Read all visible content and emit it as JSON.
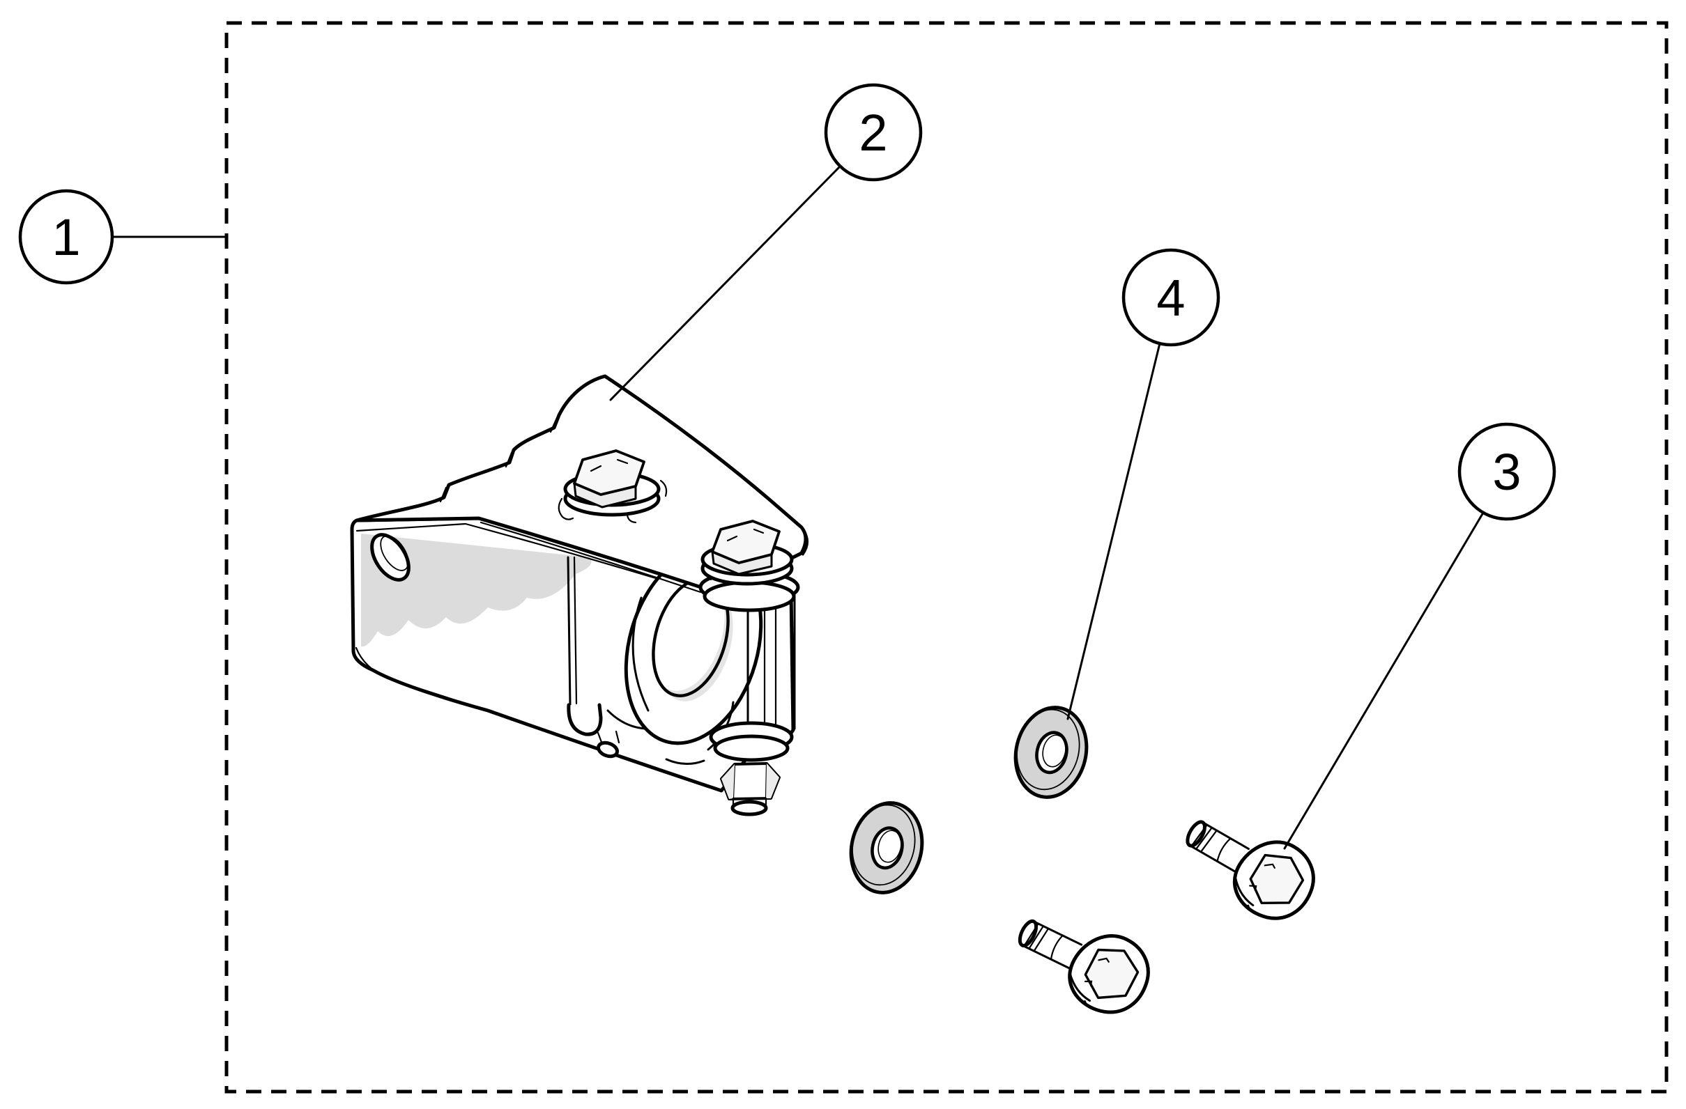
{
  "diagram": {
    "type": "exploded-parts-illustration",
    "background_color": "#ffffff",
    "line_color": "#000000",
    "part_fill_color": "#ffffff",
    "washer_fill_color": "#d4d4d4",
    "shade_fill_color": "#dcdcdc",
    "boundary": {
      "shape": "dashed-rectangle"
    },
    "callouts": [
      {
        "label": "1",
        "points_to": "assembly-boundary"
      },
      {
        "label": "2",
        "points_to": "mounting-bracket"
      },
      {
        "label": "3",
        "points_to": "flange-bolt"
      },
      {
        "label": "4",
        "points_to": "flat-washer"
      }
    ],
    "parts": {
      "mounting_bracket_count": 1,
      "flange_bolt_count": 2,
      "flat_washer_count": 2
    }
  }
}
